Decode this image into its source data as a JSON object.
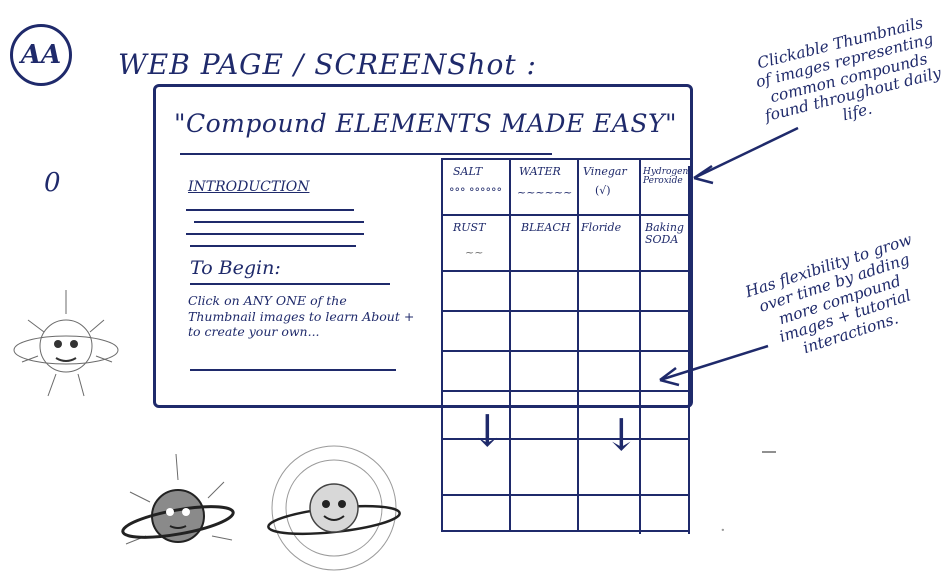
{
  "badge": "AA",
  "page_heading": "WEB PAGE / SCREENShot :",
  "left_glyph": "0",
  "mock": {
    "title": "\"Compound ELEMENTS MADE EASY\"",
    "intro_label": "INTRODUCTION",
    "begin_label": "To Begin:",
    "instruction": "Click on ANY ONE of the Thumbnail images to learn About + to create your own..."
  },
  "grid": {
    "cells": [
      {
        "label": "SALT",
        "doodle": "°°° °°°°°°"
      },
      {
        "label": "WATER",
        "doodle": "~~~~~~"
      },
      {
        "label": "Vinegar",
        "doodle": "(√)"
      },
      {
        "label": "Hydrogen Peroxide",
        "doodle": ""
      },
      {
        "label": "RUST",
        "doodle": "~~"
      },
      {
        "label": "BLEACH",
        "doodle": ""
      },
      {
        "label": "Floride",
        "doodle": ""
      },
      {
        "label": "Baking SODA",
        "doodle": ""
      }
    ]
  },
  "notes": {
    "top": "Clickable Thumbnails of images representing common compounds found throughout daily life.",
    "bottom": "Has flexibility to grow over time by adding more compound images + tutorial interactions."
  },
  "colors": {
    "ink": "#1f2a6b",
    "pencil": "#6b6b6b"
  }
}
